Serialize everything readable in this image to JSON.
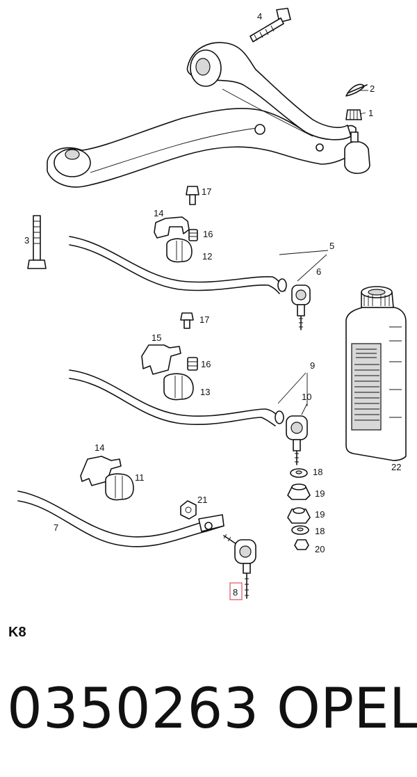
{
  "callouts": {
    "c1": "1",
    "c2": "2",
    "c3": "3",
    "c4": "4",
    "c5": "5",
    "c6": "6",
    "c7": "7",
    "c8": "8",
    "c9": "9",
    "c10": "10",
    "c11": "11",
    "c12": "12",
    "c13": "13",
    "c14a": "14",
    "c14b": "14",
    "c15": "15",
    "c16a": "16",
    "c16b": "16",
    "c17a": "17",
    "c17b": "17",
    "c18a": "18",
    "c18b": "18",
    "c19a": "19",
    "c19b": "19",
    "c20": "20",
    "c21": "21",
    "c22": "22"
  },
  "highlight_color": "#e05060",
  "footer": {
    "ref_code": "K8",
    "part_number": "0350263",
    "brand": "OPEL"
  }
}
